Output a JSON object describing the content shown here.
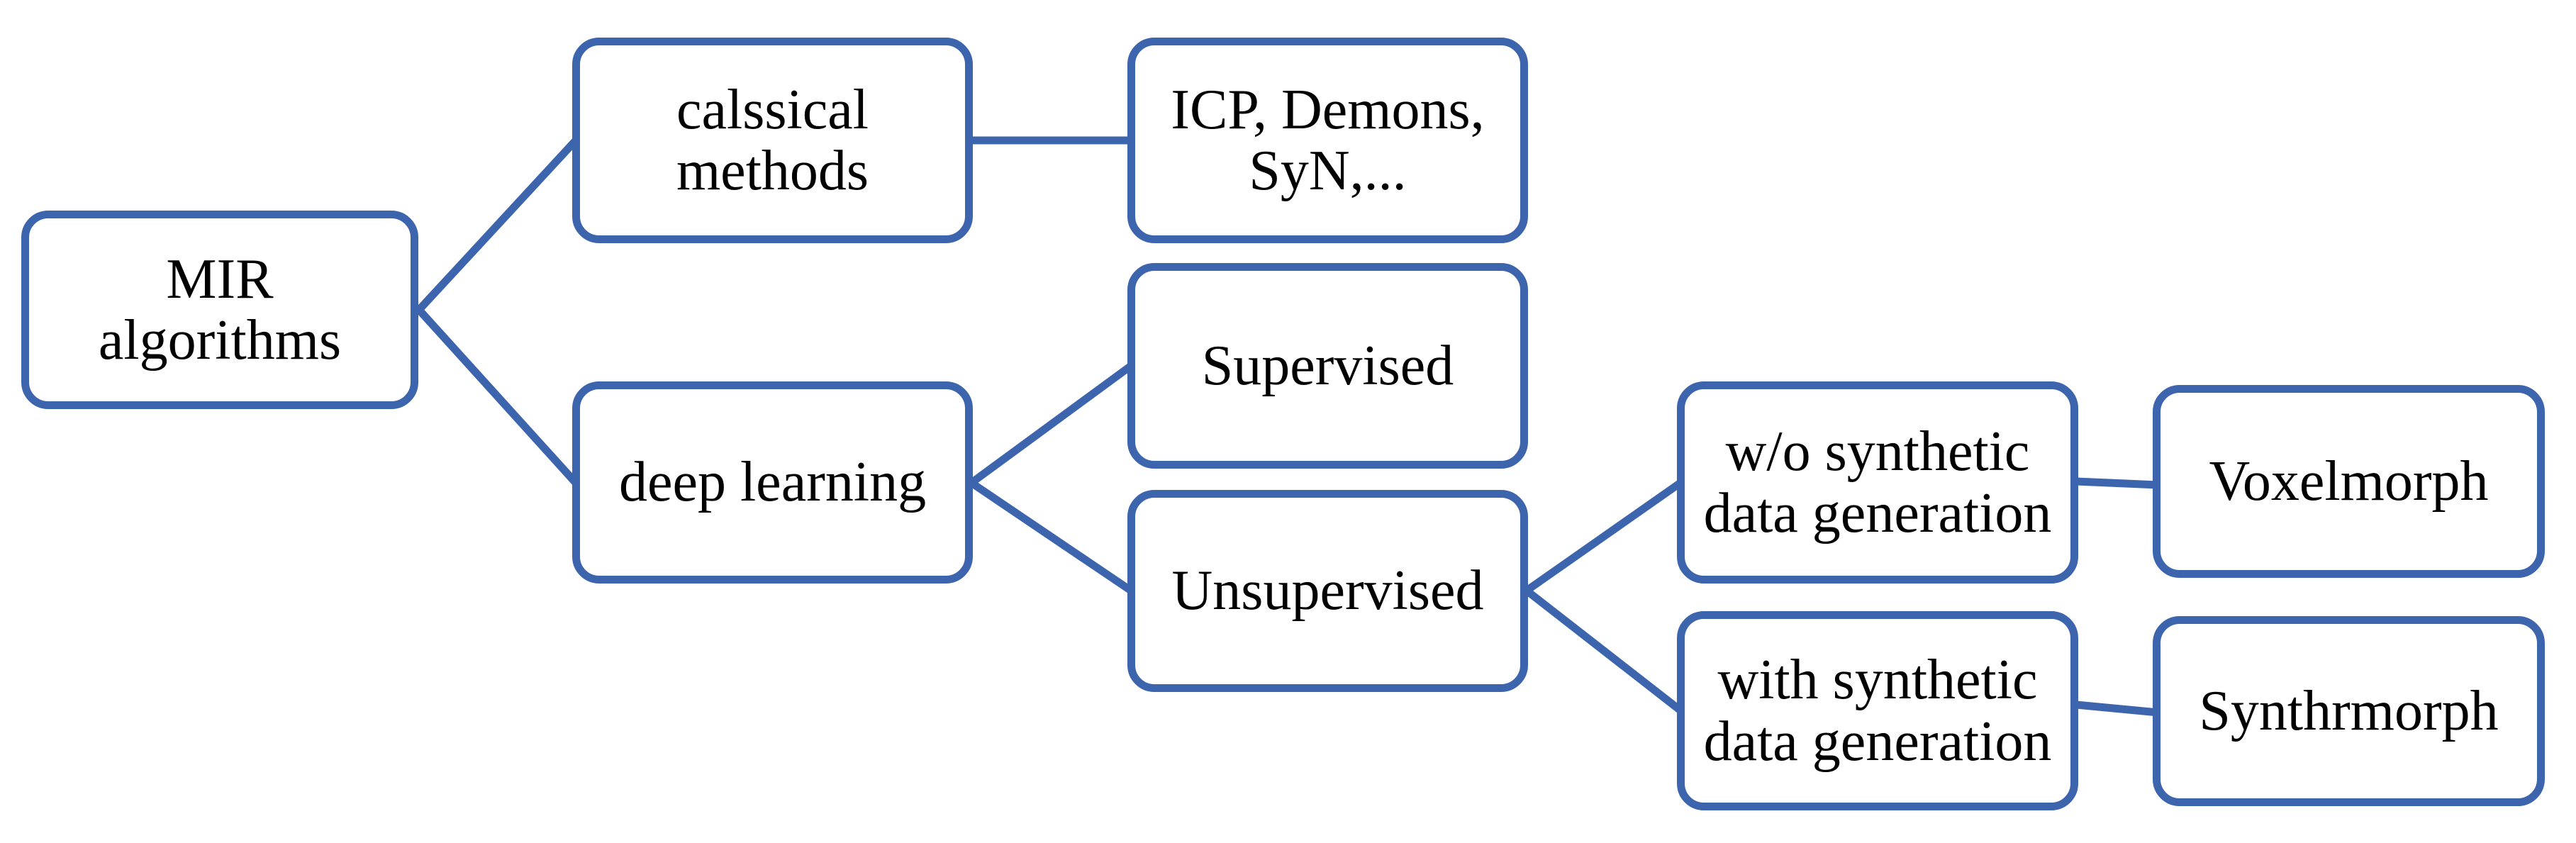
{
  "diagram": {
    "accent_color": "#3D65AE",
    "text_color": "#000000",
    "background_color": "#ffffff",
    "nodes": [
      {
        "id": "mir-algorithms",
        "label": "MIR algorithms",
        "lines": [
          "MIR",
          "algorithms"
        ]
      },
      {
        "id": "classical-methods",
        "label": "calssical methods",
        "lines": [
          "calssical",
          "methods"
        ]
      },
      {
        "id": "classical-examples",
        "label": "ICP, Demons, SyN,...",
        "lines": [
          "ICP, Demons,",
          "SyN,..."
        ]
      },
      {
        "id": "supervised",
        "label": "Supervised",
        "lines": [
          "Supervised"
        ]
      },
      {
        "id": "deep-learning",
        "label": "deep learning",
        "lines": [
          "deep learning"
        ]
      },
      {
        "id": "unsupervised",
        "label": "Unsupervised",
        "lines": [
          "Unsupervised"
        ]
      },
      {
        "id": "wo-synthetic",
        "label": "w/o synthetic data generation",
        "lines": [
          "w/o synthetic",
          "data generation"
        ]
      },
      {
        "id": "voxelmorph",
        "label": "Voxelmorph",
        "lines": [
          "Voxelmorph"
        ]
      },
      {
        "id": "with-synthetic",
        "label": "with synthetic data generation",
        "lines": [
          "with synthetic",
          "data generation"
        ]
      },
      {
        "id": "synthrmorph",
        "label": "Synthrmorph",
        "lines": [
          "Synthrmorph"
        ]
      }
    ],
    "edges": [
      {
        "from": "mir-algorithms",
        "to": "classical-methods"
      },
      {
        "from": "mir-algorithms",
        "to": "deep-learning"
      },
      {
        "from": "classical-methods",
        "to": "classical-examples"
      },
      {
        "from": "deep-learning",
        "to": "supervised"
      },
      {
        "from": "deep-learning",
        "to": "unsupervised"
      },
      {
        "from": "unsupervised",
        "to": "wo-synthetic"
      },
      {
        "from": "unsupervised",
        "to": "with-synthetic"
      },
      {
        "from": "wo-synthetic",
        "to": "voxelmorph"
      },
      {
        "from": "with-synthetic",
        "to": "synthrmorph"
      }
    ]
  }
}
